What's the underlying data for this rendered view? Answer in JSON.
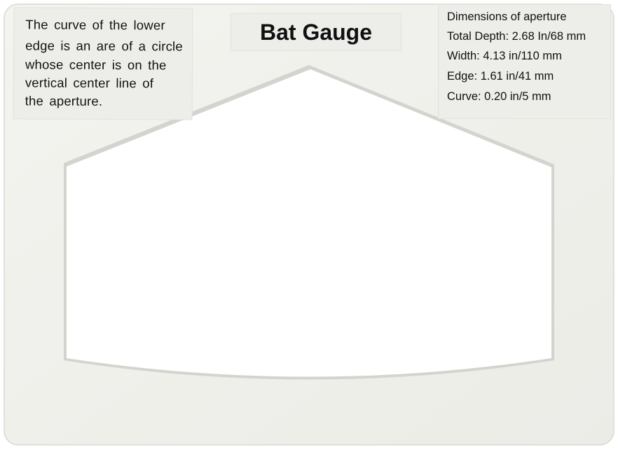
{
  "title": "Bat Gauge",
  "note": {
    "lines": [
      "The curve of the lower",
      "edge is an are of a circle",
      "whose center is on the",
      "vertical center line of",
      "the aperture."
    ]
  },
  "dimensions": {
    "heading": "Dimensions of aperture",
    "items": [
      "Total Depth: 2.68 In/68 mm",
      "Width: 4.13 in/110 mm",
      "Edge: 1.61 in/41 mm",
      "Curve: 0.20 in/5 mm"
    ]
  },
  "colors": {
    "card": "#efefeb",
    "card_edge": "#d9d9d3",
    "label_background": "#ededea",
    "text": "#111111",
    "aperture": "#ffffff"
  }
}
